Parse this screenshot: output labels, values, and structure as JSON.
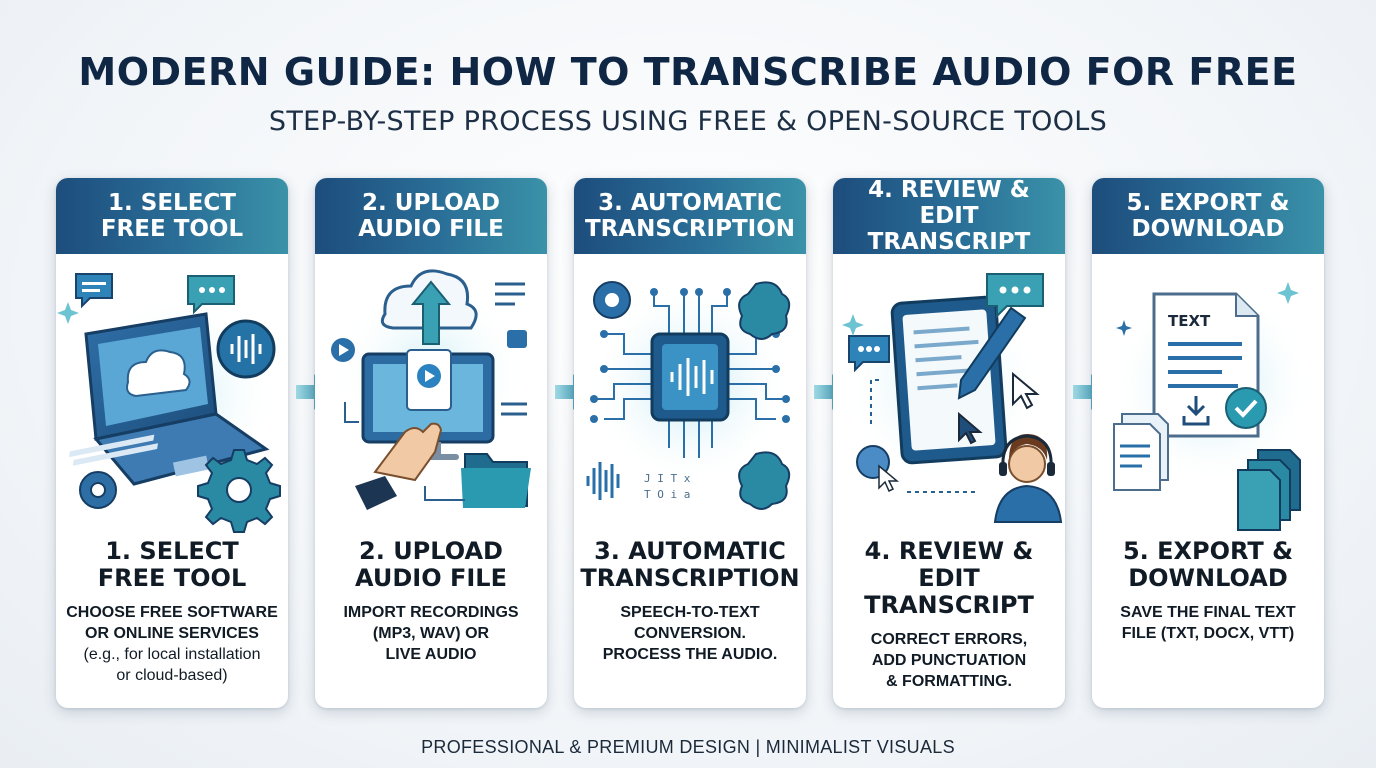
{
  "header": {
    "title": "MODERN GUIDE: HOW TO TRANSCRIBE AUDIO FOR FREE",
    "subtitle": "STEP-BY-STEP PROCESS USING FREE & OPEN-SOURCE TOOLS"
  },
  "steps": [
    {
      "header": "1. SELECT\nFREE TOOL",
      "title": "1. SELECT\nFREE TOOL",
      "desc": "CHOOSE FREE SOFTWARE\nOR ONLINE SERVICES",
      "note": "(e.g., for local installation\nor cloud-based)"
    },
    {
      "header": "2. UPLOAD\nAUDIO FILE",
      "title": "2. UPLOAD\nAUDIO FILE",
      "desc": "IMPORT RECORDINGS\n(MP3, WAV) OR\nLIVE AUDIO",
      "note": ""
    },
    {
      "header": "3. AUTOMATIC\nTRANSCRIPTION",
      "title": "3. AUTOMATIC\nTRANSCRIPTION",
      "desc": "SPEECH-TO-TEXT\nCONVERSION.\nPROCESS THE AUDIO.",
      "note": ""
    },
    {
      "header": "4. REVIEW & EDIT\nTRANSCRIPT",
      "title": "4. REVIEW & EDIT\nTRANSCRIPT",
      "desc": "CORRECT ERRORS,\nADD PUNCTUATION\n& FORMATTING.",
      "note": ""
    },
    {
      "header": "5. EXPORT &\nDOWNLOAD",
      "title": "5. EXPORT &\nDOWNLOAD",
      "desc": "SAVE THE FINAL TEXT\nFILE (TXT, DOCX, VTT)",
      "note": "",
      "doc_label": "TEXT"
    }
  ],
  "footer": "PROFESSIONAL & PREMIUM DESIGN  |  MINIMALIST VISUALS",
  "colors": {
    "header_dark": "#1d4d7c",
    "header_light": "#3a92a8",
    "accent_teal": "#35a3b4",
    "title_navy": "#0f2744"
  },
  "icons": [
    "laptop-icon",
    "chat-bubble-icon",
    "gear-icon",
    "cloud-upload-icon",
    "folder-icon",
    "cpu-chip-icon",
    "brain-icon",
    "tablet-icon",
    "pen-icon",
    "cursor-icon",
    "headset-user-icon",
    "document-icon",
    "checkmark-icon",
    "arrow-right-icon"
  ]
}
